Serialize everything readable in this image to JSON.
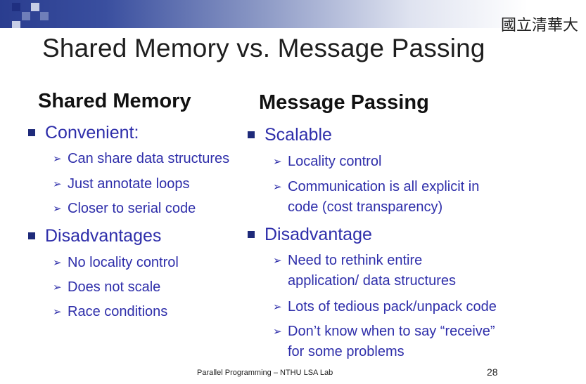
{
  "header": {
    "logo_text": "國立清華大"
  },
  "slide": {
    "title": "Shared Memory vs. Message Passing"
  },
  "left": {
    "heading": "Shared Memory",
    "sections": [
      {
        "label": "Convenient:",
        "items": [
          "Can share data structures",
          "Just annotate loops",
          "Closer to serial code"
        ]
      },
      {
        "label": "Disadvantages",
        "items": [
          "No locality control",
          "Does not scale",
          "Race conditions"
        ]
      }
    ]
  },
  "right": {
    "heading": "Message Passing",
    "sections": [
      {
        "label": "Scalable",
        "items": [
          [
            "Locality control"
          ],
          [
            "Communication is all explicit in",
            "code (cost transparency)"
          ]
        ]
      },
      {
        "label": "Disadvantage",
        "items": [
          [
            "Need to rethink entire",
            "application/ data structures"
          ],
          [
            "Lots of tedious pack/unpack code"
          ],
          [
            "Don’t know when to say “receive”",
            "for some problems"
          ]
        ]
      }
    ]
  },
  "footer": {
    "text": "Parallel Programming – NTHU LSA Lab",
    "page": "28"
  }
}
